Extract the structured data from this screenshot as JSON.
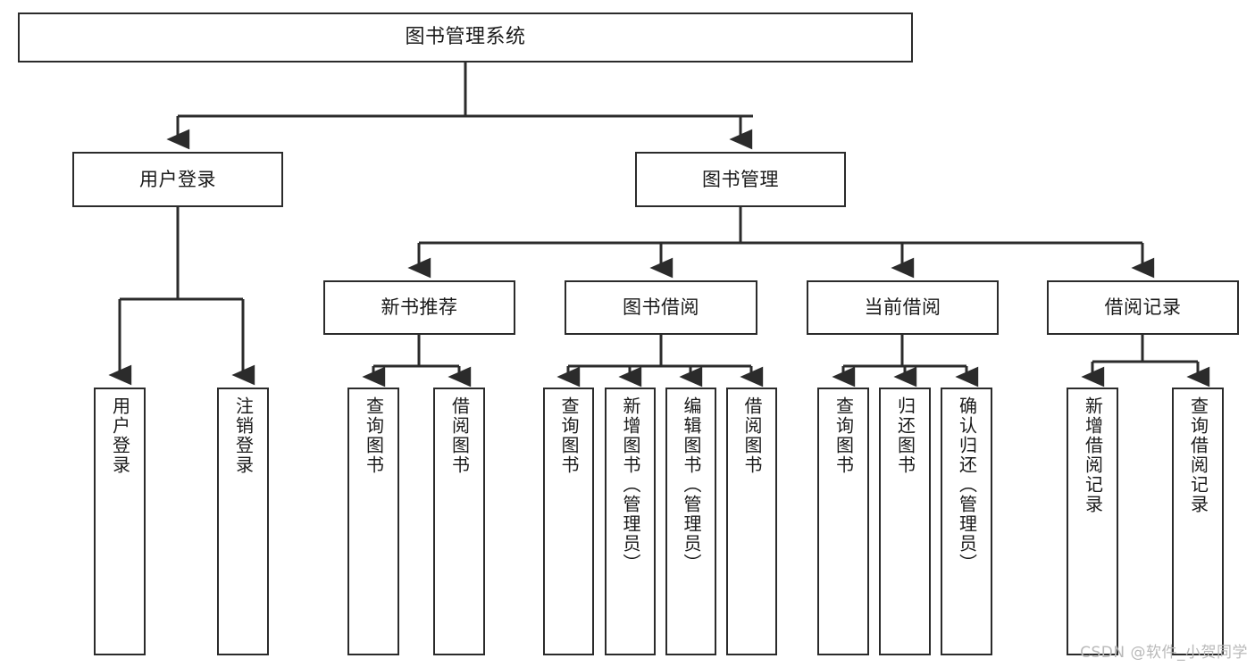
{
  "diagram": {
    "title": "图书管理系统",
    "type": "tree-hierarchy-diagram",
    "style": {
      "background": "#ffffff",
      "box_border": "#2b2b2b",
      "box_fill": "#ffffff",
      "text": "#1a1a1a",
      "edge": "#2b2b2b",
      "watermark_color": "#b9b9b9"
    },
    "root": {
      "id": "root",
      "label": "图书管理系统"
    },
    "level2": [
      {
        "id": "user-login",
        "label": "用户登录"
      },
      {
        "id": "book-manage",
        "label": "图书管理"
      }
    ],
    "level3": [
      {
        "id": "new-book-recommend",
        "label": "新书推荐"
      },
      {
        "id": "book-borrow",
        "label": "图书借阅"
      },
      {
        "id": "current-borrow",
        "label": "当前借阅"
      },
      {
        "id": "borrow-record",
        "label": "借阅记录"
      }
    ],
    "leaves": {
      "user-login": [
        {
          "id": "leaf-user-login",
          "label": "用户登录"
        },
        {
          "id": "leaf-user-logout",
          "label": "注销登录"
        }
      ],
      "new-book-recommend": [
        {
          "id": "leaf-query-book-1",
          "label": "查询图书"
        },
        {
          "id": "leaf-borrow-book-1",
          "label": "借阅图书"
        }
      ],
      "book-borrow": [
        {
          "id": "leaf-query-book-2",
          "label": "查询图书"
        },
        {
          "id": "leaf-add-book",
          "label": "新增图书（管理员）"
        },
        {
          "id": "leaf-edit-book",
          "label": "编辑图书（管理员）"
        },
        {
          "id": "leaf-borrow-book-2",
          "label": "借阅图书"
        }
      ],
      "current-borrow": [
        {
          "id": "leaf-query-book-3",
          "label": "查询图书"
        },
        {
          "id": "leaf-return-book",
          "label": "归还图书"
        },
        {
          "id": "leaf-confirm-return",
          "label": "确认归还（管理员）"
        }
      ],
      "borrow-record": [
        {
          "id": "leaf-add-record",
          "label": "新增借阅记录"
        },
        {
          "id": "leaf-query-record",
          "label": "查询借阅记录"
        }
      ]
    }
  },
  "watermark": {
    "text": "CSDN @软件_小贺同学"
  }
}
